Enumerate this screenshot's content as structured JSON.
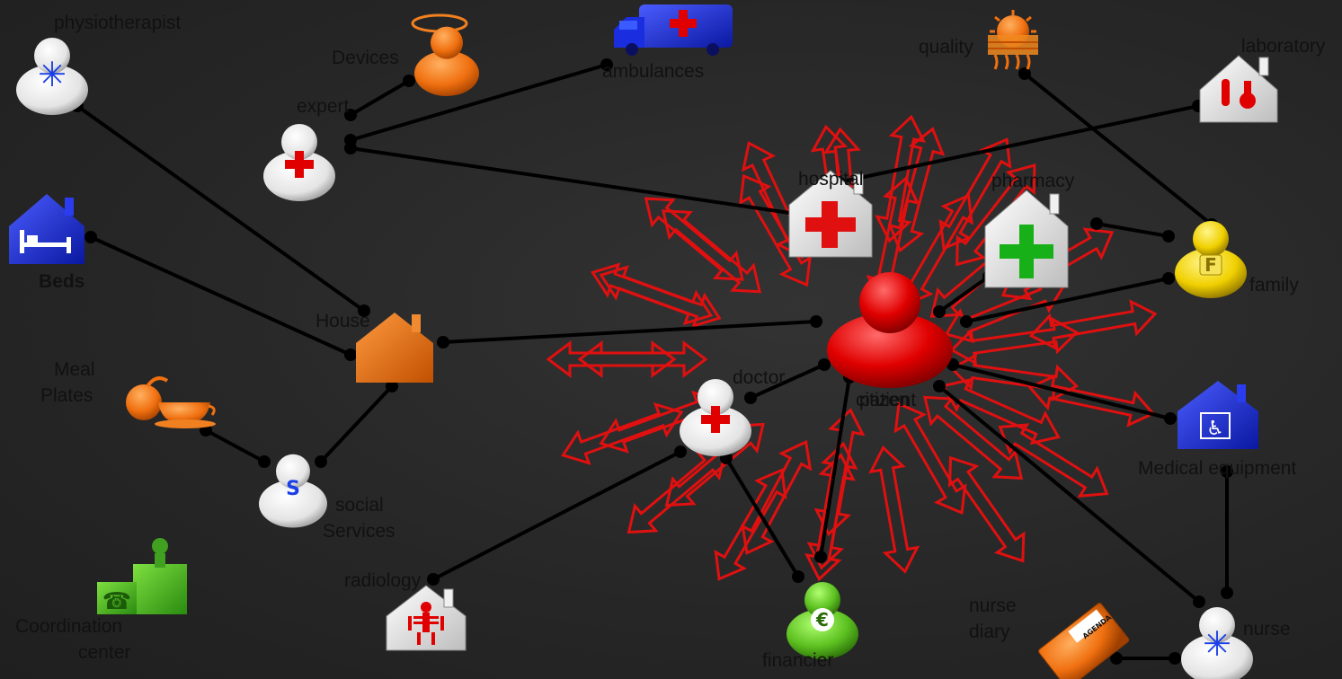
{
  "nodes": {
    "physiotherapist": "physiotherapist",
    "devices": "Devices",
    "ambulances": "ambulances",
    "expert": "expert",
    "quality": "quality",
    "laboratory": "laboratory",
    "hospital": "hospital",
    "pharmacy": "pharmacy",
    "beds": "Beds",
    "family": "family",
    "house": "House",
    "meal_line1": "Meal",
    "meal_line2": "Plates",
    "doctor": "doctor",
    "patient": "patient",
    "citizen": "citizen",
    "medical_equipment": "Medical equipment",
    "social_line1": "social",
    "social_line2": "Services",
    "radiology": "radiology",
    "coordination_line1": "Coordination",
    "coordination_line2": "center",
    "financier": "financier",
    "nurse_diary_line1": "nurse",
    "nurse_diary_line2": "diary",
    "nurse": "nurse",
    "agenda": "AGENDA"
  },
  "badges": {
    "social": "S",
    "family": "F",
    "financier": "€"
  },
  "colors": {
    "arrow": "#e01010",
    "patient": "#e00000",
    "orange": "#f07010",
    "blue": "#1a2ee0",
    "green": "#30b020",
    "yellow": "#f0d000",
    "connector": "#000000"
  }
}
